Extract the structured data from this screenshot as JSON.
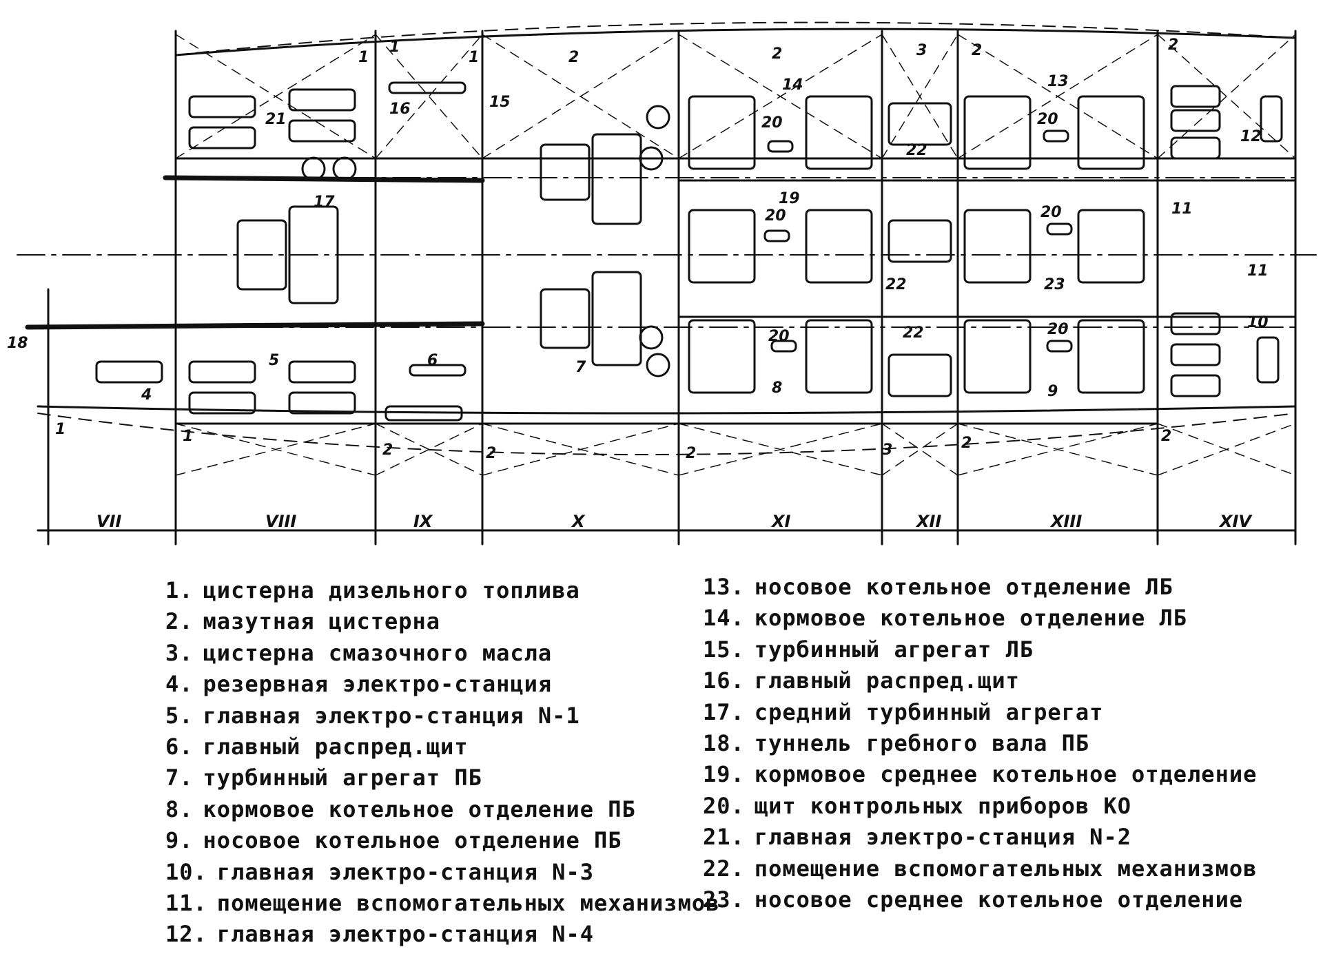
{
  "diagram": {
    "compartments": [
      "VII",
      "VIII",
      "IX",
      "X",
      "XI",
      "XII",
      "XIII",
      "XIV"
    ],
    "tank_labels_top": [
      "1",
      "1",
      "1",
      "2",
      "2",
      "3",
      "2",
      "2"
    ],
    "tank_labels_bottom": [
      "1",
      "1",
      "2",
      "2",
      "2",
      "3",
      "2",
      "2"
    ],
    "callouts": [
      "4",
      "5",
      "6",
      "7",
      "8",
      "9",
      "10",
      "11",
      "11",
      "12",
      "13",
      "14",
      "15",
      "16",
      "17",
      "18",
      "19",
      "20",
      "20",
      "20",
      "20",
      "20",
      "20",
      "21",
      "22",
      "22",
      "22",
      "23"
    ]
  },
  "legend": [
    {
      "num": "1.",
      "text": "цистерна дизельного топлива"
    },
    {
      "num": "2.",
      "text": "мазутная цистерна"
    },
    {
      "num": "3.",
      "text": "цистерна смазочного масла"
    },
    {
      "num": "4.",
      "text": "резервная электро-станция"
    },
    {
      "num": "5.",
      "text": "главная электро-станция N-1"
    },
    {
      "num": "6.",
      "text": "главный распред.щит"
    },
    {
      "num": "7.",
      "text": "турбинный агрегат ПБ"
    },
    {
      "num": "8.",
      "text": "кормовое котельное отделение ПБ"
    },
    {
      "num": "9.",
      "text": "носовое котельное отделение ПБ"
    },
    {
      "num": "10.",
      "text": "главная электро-станция N-3"
    },
    {
      "num": "11.",
      "text": "помещение вспомогательных механизмов"
    },
    {
      "num": "12.",
      "text": "главная электро-станция N-4"
    },
    {
      "num": "13.",
      "text": "носовое котельное отделение ЛБ"
    },
    {
      "num": "14.",
      "text": "кормовое котельное отделение ЛБ"
    },
    {
      "num": "15.",
      "text": "турбинный агрегат ЛБ"
    },
    {
      "num": "16.",
      "text": "главный распред.щит"
    },
    {
      "num": "17.",
      "text": "средний турбинный агрегат"
    },
    {
      "num": "18.",
      "text": "туннель гребного вала ПБ"
    },
    {
      "num": "19.",
      "text": "кормовое среднее котельное отделение"
    },
    {
      "num": "20.",
      "text": "щит контрольных приборов КО"
    },
    {
      "num": "21.",
      "text": "главная электро-станция N-2"
    },
    {
      "num": "22.",
      "text": "помещение вспомогательных механизмов"
    },
    {
      "num": "23.",
      "text": "носовое среднее котельное отделение"
    }
  ]
}
